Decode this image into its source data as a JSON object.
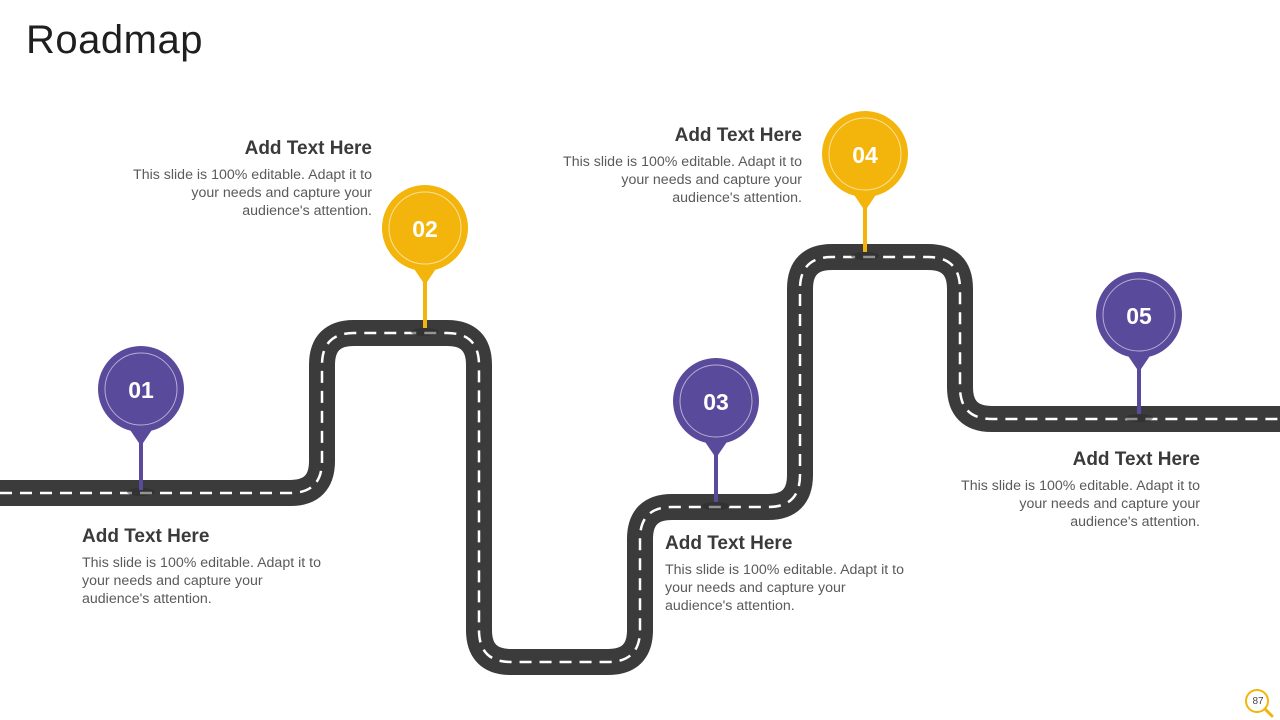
{
  "slide": {
    "title": "Roadmap",
    "page_number": "87"
  },
  "colors": {
    "road": "#3b3b3b",
    "lane": "#ffffff",
    "purple": "#5a4a9c",
    "yellow": "#f3b50b"
  },
  "milestones": [
    {
      "number": "01",
      "color": "purple",
      "heading": "Add Text Here",
      "text": "This slide is 100% editable. Adapt it to your needs and capture your audience's attention."
    },
    {
      "number": "02",
      "color": "yellow",
      "heading": "Add Text Here",
      "text": "This slide is 100% editable. Adapt it to your needs and capture your audience's attention."
    },
    {
      "number": "03",
      "color": "purple",
      "heading": "Add Text Here",
      "text": "This slide is 100% editable. Adapt it to your needs and capture your audience's attention."
    },
    {
      "number": "04",
      "color": "yellow",
      "heading": "Add Text Here",
      "text": "This slide is 100% editable. Adapt it to your needs and capture your audience's attention."
    },
    {
      "number": "05",
      "color": "purple",
      "heading": "Add Text Here",
      "text": "This slide is 100% editable. Adapt it to your needs and capture your audience's attention."
    }
  ]
}
